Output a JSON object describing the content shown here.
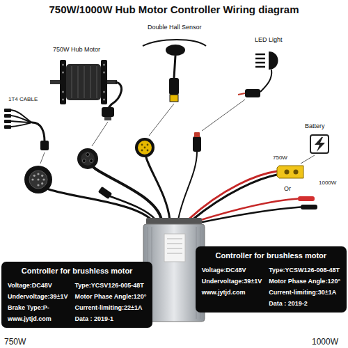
{
  "diagram": {
    "title": "750W/1000W Hub Motor Controller Wiring diagram",
    "nodes": [
      {
        "text": [
          "Controller for brushless motor",
          "Voltage:DC48V",
          "Type:YCSV126-005-48T",
          "Undervoltage:39±1V",
          "Motor Phase Angle:120°",
          "Brake Type:P-",
          "Current-limiting:22±1A",
          "www.jytjd.com",
          "Data : 2019-1"
        ]
      },
      {
        "text": [
          "Controller for brushless motor",
          "Voltage:DC48V",
          "Type:YCSW126-008-48T",
          "Undervoltage:39±1V",
          "Motor Phase Angle:120°",
          "www.jytjd.com",
          "Current-limiting:30±1A",
          "Data : 2019-2"
        ]
      }
    ],
    "labels": [
      "750W Hub Motor",
      "Double Hall Sensor",
      "LED Light",
      "1T4 CABLE",
      "Battery",
      "750W",
      "Or",
      "1000W",
      "750W",
      "1000W"
    ]
  }
}
